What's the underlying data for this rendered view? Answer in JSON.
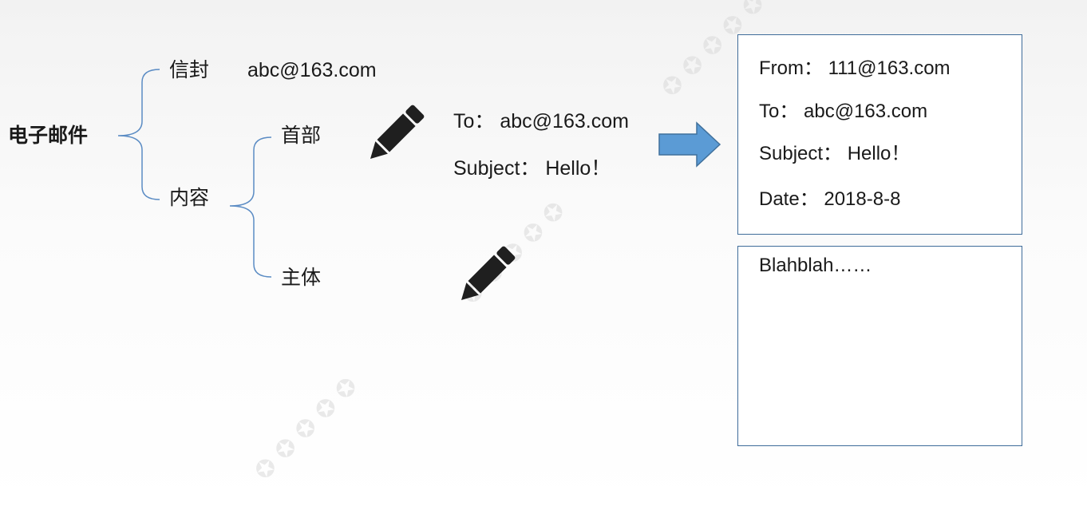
{
  "tree": {
    "root": "电子邮件",
    "envelope": "信封",
    "envelope_value": "abc@163.com",
    "content": "内容",
    "header": "首部",
    "body": "主体"
  },
  "header_fields": {
    "to": "To： abc@163.com",
    "subject": "Subject： Hello！"
  },
  "result_header": {
    "from": "From： 111@163.com",
    "to": "To： abc@163.com",
    "subject": "Subject： Hello！",
    "date": "Date： 2018-8-8"
  },
  "result_body": {
    "text": "Blahblah……"
  },
  "icons": {
    "pencil": "pencil-icon",
    "arrow": "right-arrow-icon"
  },
  "colors": {
    "brace": "#5b8cc4",
    "arrow": "#5b9bd5",
    "box_border": "#3f6c9a",
    "text": "#1a1a1a"
  }
}
